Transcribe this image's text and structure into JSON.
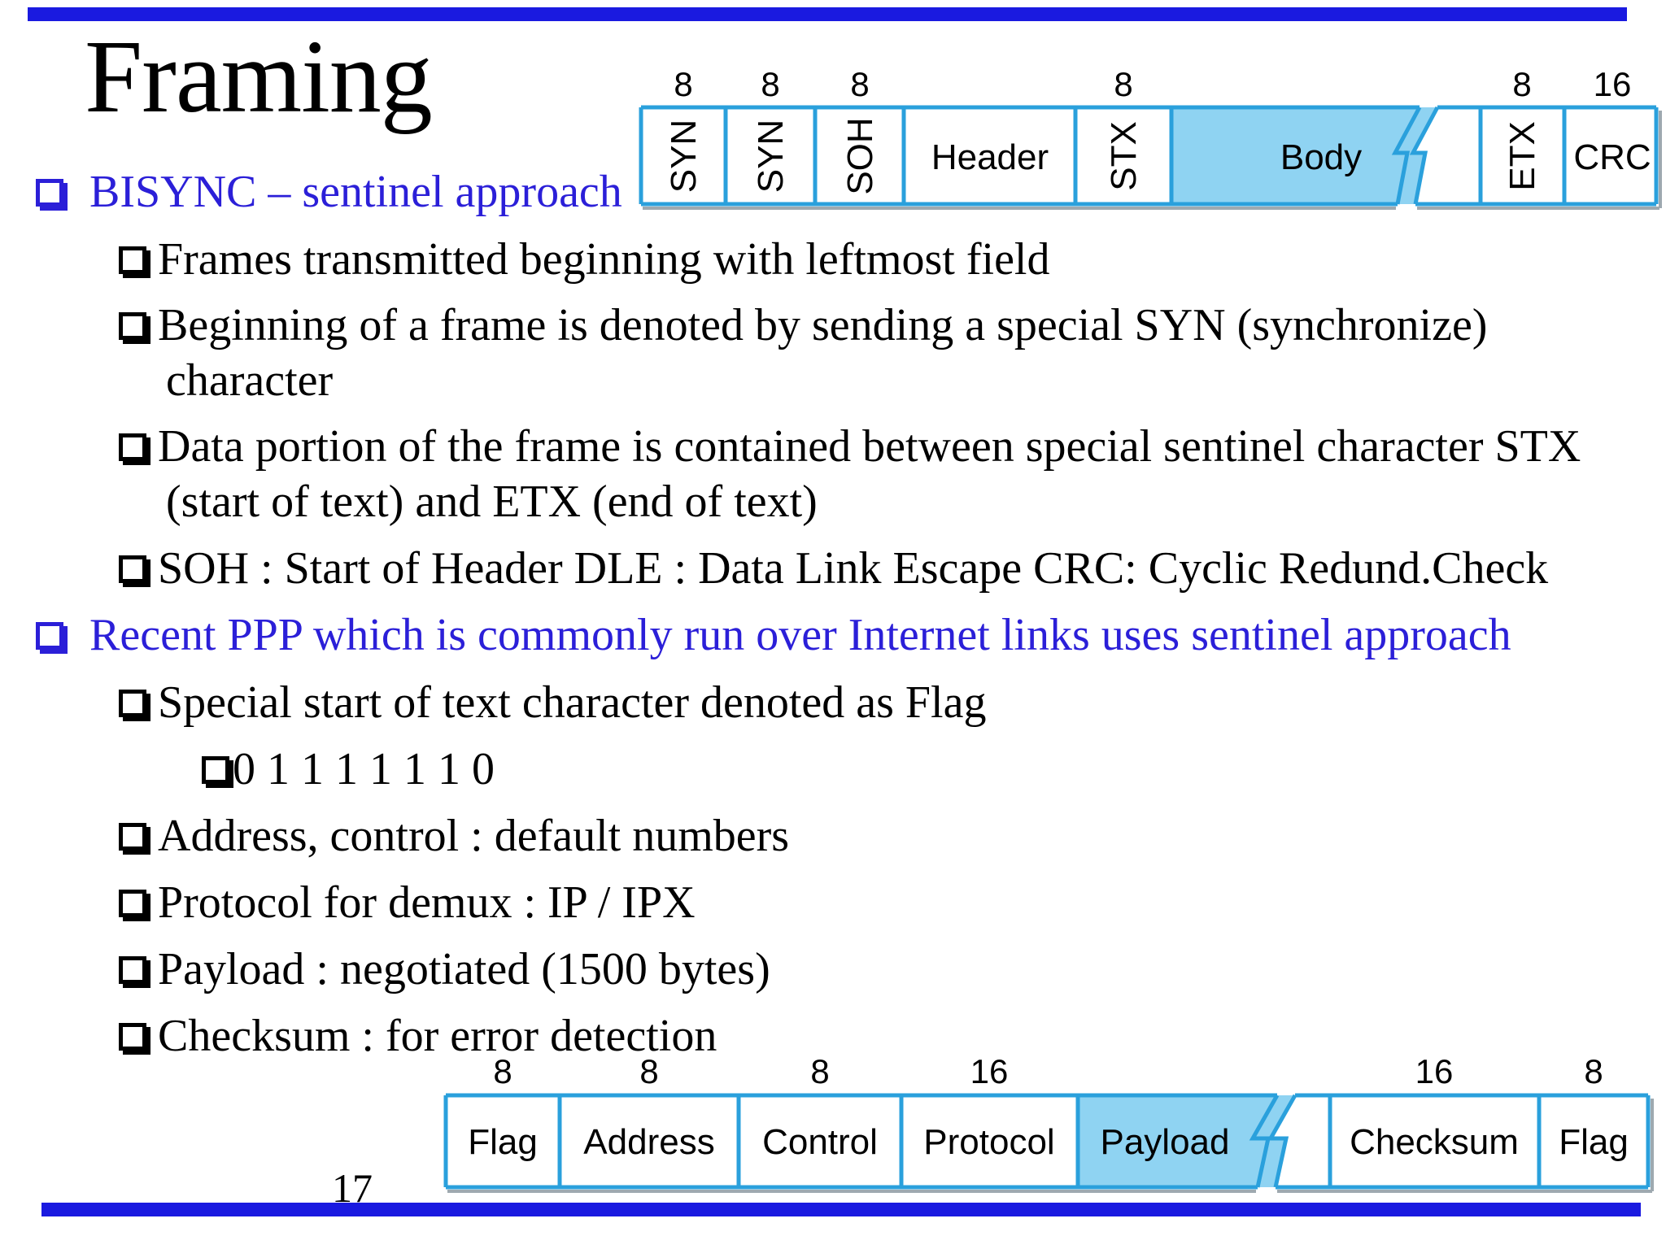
{
  "slide": {
    "title": "Framing",
    "page_number": "17",
    "colors": {
      "bar": "#1a1ae0",
      "accent_text": "#2b1fd8",
      "highlight_fill": "#8fd3f2",
      "field_border": "#2aa0dc"
    }
  },
  "bullets": {
    "bisync": "BISYNC – sentinel approach",
    "b1": "Frames transmitted beginning with leftmost field",
    "b2_line1": "Beginning of a frame is denoted by sending a special SYN (synchronize)",
    "b2_line2": "character",
    "b3_line1": "Data portion of the frame is contained between special sentinel character STX",
    "b3_line2": "(start of text) and ETX (end of text)",
    "b4": "SOH : Start of Header  DLE : Data Link Escape   CRC: Cyclic Redund.Check",
    "ppp": "Recent PPP which is commonly run over Internet links uses sentinel approach",
    "p1": "Special start of text character denoted as Flag",
    "p1a": "0 1 1 1 1 1 1 0",
    "p2": "Address, control : default numbers",
    "p3": "Protocol for demux : IP / IPX",
    "p4": "Payload : negotiated (1500 bytes)",
    "p5": "Checksum : for error detection"
  },
  "bisync_frame": {
    "fields": [
      {
        "label": "SYN",
        "bits": "8",
        "vertical": true
      },
      {
        "label": "SYN",
        "bits": "8",
        "vertical": true
      },
      {
        "label": "SOH",
        "bits": "8",
        "vertical": true
      },
      {
        "label": "Header",
        "bits": ""
      },
      {
        "label": "STX",
        "bits": "8",
        "vertical": true
      },
      {
        "label": "Body",
        "bits": "",
        "highlight": true,
        "break": true
      },
      {
        "label": "ETX",
        "bits": "8",
        "vertical": true
      },
      {
        "label": "CRC",
        "bits": "16"
      }
    ]
  },
  "ppp_frame": {
    "fields": [
      {
        "label": "Flag",
        "bits": "8"
      },
      {
        "label": "Address",
        "bits": "8"
      },
      {
        "label": "Control",
        "bits": "8"
      },
      {
        "label": "Protocol",
        "bits": "16"
      },
      {
        "label": "Payload",
        "bits": "",
        "highlight": true,
        "break": true
      },
      {
        "label": "Checksum",
        "bits": "16"
      },
      {
        "label": "Flag",
        "bits": "8"
      }
    ]
  }
}
